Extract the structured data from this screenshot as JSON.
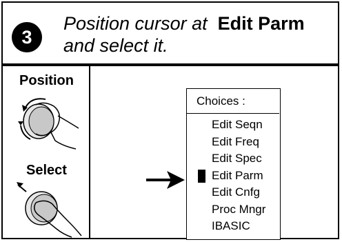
{
  "step": {
    "number": "3",
    "line1_prefix": "Position cursor at",
    "line1_target": "Edit Parm",
    "line2": "and select it."
  },
  "controls": {
    "position_label": "Position",
    "select_label": "Select"
  },
  "menu": {
    "title": "Choices :",
    "items": [
      {
        "label": "Edit Seqn",
        "selected": false
      },
      {
        "label": "Edit Freq",
        "selected": false
      },
      {
        "label": "Edit Spec",
        "selected": false
      },
      {
        "label": "Edit Parm",
        "selected": true
      },
      {
        "label": "Edit Cnfg",
        "selected": false
      },
      {
        "label": "Proc Mngr",
        "selected": false
      },
      {
        "label": "IBASIC",
        "selected": false
      }
    ]
  },
  "icons": {
    "pointer": "right-arrow-icon",
    "rotate_knob": "rotary-knob-rotate-icon",
    "press_knob": "rotary-knob-press-icon"
  }
}
